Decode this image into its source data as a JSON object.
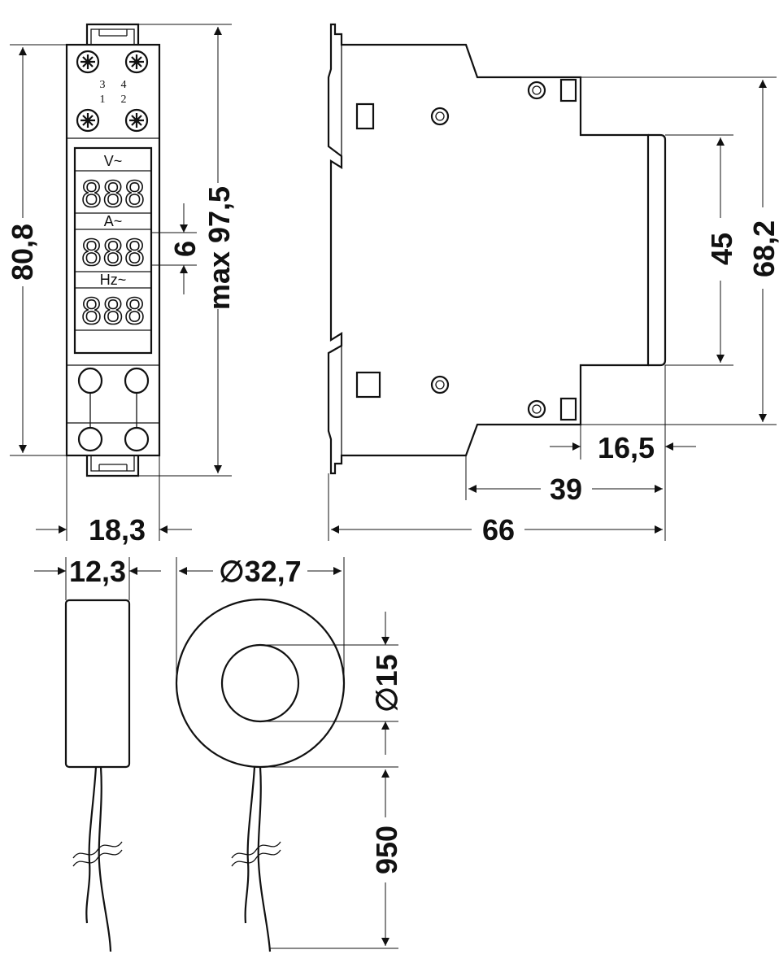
{
  "terminals": {
    "top_row": [
      "3",
      "4"
    ],
    "bottom_row": [
      "1",
      "2"
    ]
  },
  "display": {
    "labels": {
      "voltage": "V~",
      "current": "A~",
      "frequency": "Hz~"
    },
    "digits": "888"
  },
  "dimensions": {
    "module_height": "80,8",
    "max_height": "max 97,5",
    "digit_height": "6",
    "module_width": "18,3",
    "depth": "66",
    "depth_body": "39",
    "depth_step": "16,5",
    "rail_width": "45",
    "body_height": "68,2",
    "ct_width": "12,3",
    "ct_outer_diameter": "∅32,7",
    "ct_inner_diameter": "∅15",
    "lead_length": "950"
  }
}
